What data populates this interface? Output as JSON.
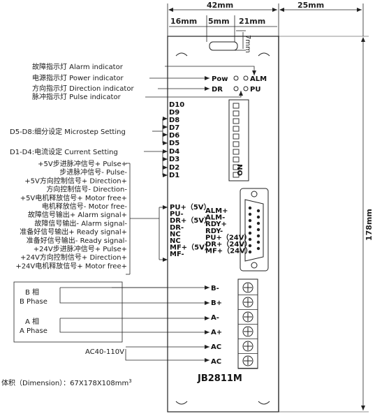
{
  "dimensions": {
    "top_total": "42mm",
    "side_width": "25mm",
    "seg_left": "16mm",
    "seg_mid": "5mm",
    "seg_right": "21mm",
    "hole": "7mm",
    "height": "178mm"
  },
  "indicators": {
    "labels": [
      "故障指示灯 Alarm indicator",
      "电源指示灯 Power indicator",
      "方向指示灯 Direction indicator",
      "脉冲指示灯 Pulse indicator"
    ],
    "pow": "Pow",
    "alm": "ALM",
    "dr": "DR",
    "pu": "PU"
  },
  "dip": {
    "labels": [
      "D10",
      "D9",
      "D8",
      "D7",
      "D6",
      "D5",
      "D4",
      "D3",
      "D2",
      "D1"
    ],
    "microstep": "D5-D8:细分设定 Microstep Setting",
    "current": "D1-D4:电流设定 Current Setting",
    "on_mark": "ON"
  },
  "signals": [
    "+5V步进脉冲信号+ Pulse+",
    "步进脉冲信号- Pulse-",
    "+5V方向控制信号+ Direction+",
    "方向控制信号- Direction-",
    "+5V电机释放信号+ Motor free+",
    "电机释放信号- Motor free-",
    "故障信号输出+ Alarm signal+",
    "故障信号输出- Alarm signal-",
    "准备好信号输出+ Ready signal+",
    "准备好信号输出- Ready signal-",
    "+24V步进脉冲信号+ Pulse+",
    "+24V方向控制信号+ Direction+",
    "+24V电机释放信号+ Motor free+"
  ],
  "connector_left": [
    "PU+（5V）",
    "PU-",
    "DR+（5V）",
    "DR-",
    "NC",
    "NC",
    "MF+（5V）",
    "MF-"
  ],
  "connector_right": [
    "ALM+",
    "ALM-",
    "RDY+",
    "RDY-",
    "PU+（24V）",
    "DR+（24V）",
    "MF+（24V）"
  ],
  "phases": {
    "b_cn": "B 相",
    "b_en": "B Phase",
    "a_cn": "A 相",
    "a_en": "A Phase"
  },
  "terminals": [
    "B-",
    "B+",
    "A-",
    "A+",
    "AC",
    "AC"
  ],
  "ac_label": "AC40-110V",
  "dimension_text": "体积（Dimension）：67X178X108mm",
  "dimension_sup": "3",
  "model": "JB2811M"
}
